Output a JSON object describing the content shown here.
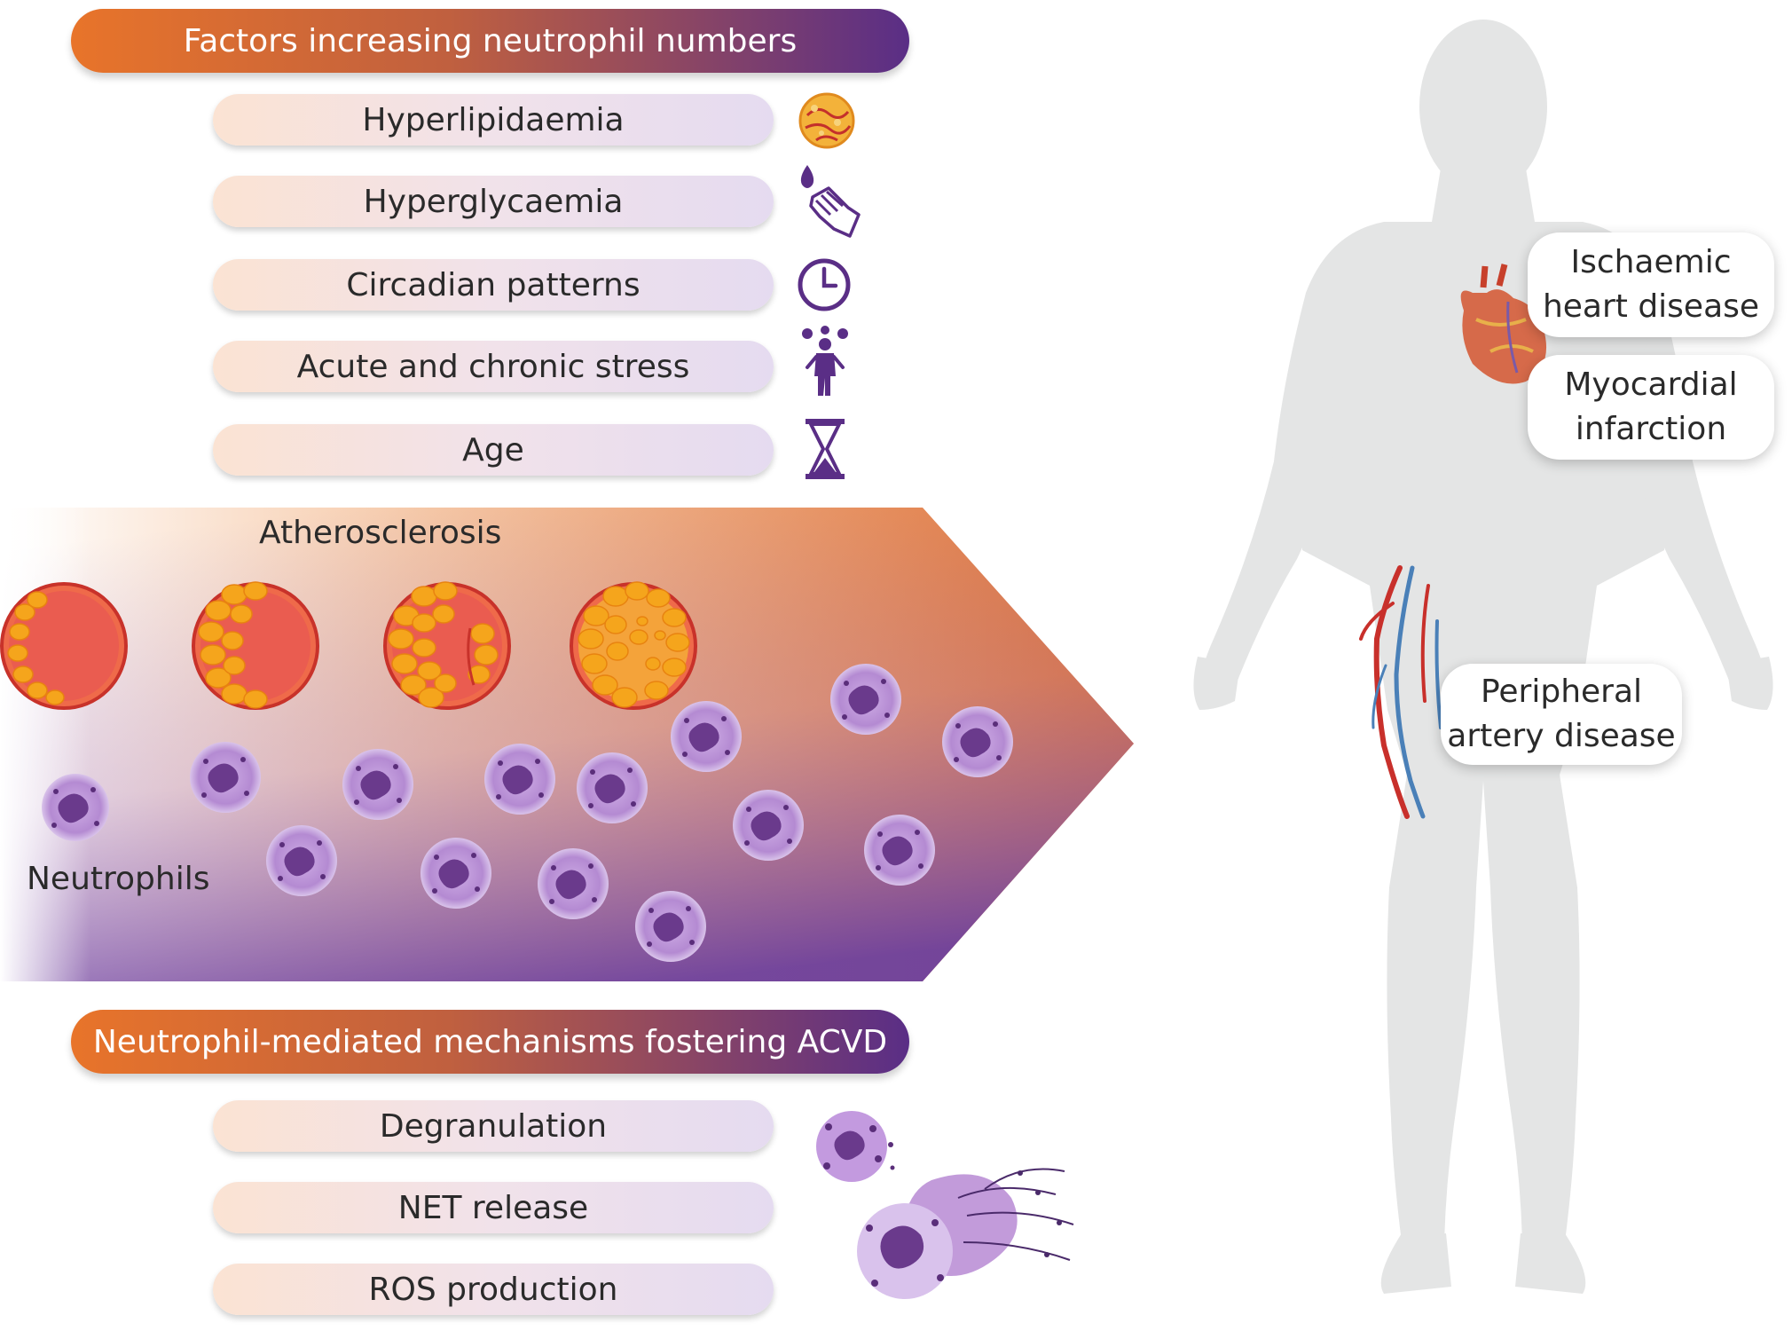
{
  "colors": {
    "orange": "#e8742a",
    "purple": "#5a2e86",
    "neutrophil": "#b58ad3",
    "plaque": "#f2a51e",
    "vessel_wall": "#ef6a4a",
    "body": "#e4e5e5"
  },
  "top_banner": {
    "title": "Factors increasing neutrophil numbers"
  },
  "factors": [
    {
      "label": "Hyperlipidaemia",
      "icon": "lipid-particle-icon"
    },
    {
      "label": "Hyperglycaemia",
      "icon": "glucose-test-hand-icon"
    },
    {
      "label": "Circadian patterns",
      "icon": "clock-icon"
    },
    {
      "label": "Acute and chronic stress",
      "icon": "stressed-person-icon"
    },
    {
      "label": "Age",
      "icon": "hourglass-icon"
    }
  ],
  "atherosclerosis": {
    "title": "Atherosclerosis",
    "stages": 4,
    "neutrophils_label": "Neutrophils"
  },
  "bottom_banner": {
    "title": "Neutrophil-mediated mechanisms fostering ACVD"
  },
  "mechanisms": [
    {
      "label": "Degranulation"
    },
    {
      "label": "NET release"
    },
    {
      "label": "ROS production"
    }
  ],
  "body_figure": {
    "callouts": {
      "ischaemic": {
        "line1": "Ischaemic",
        "line2": "heart disease"
      },
      "myocardial": {
        "line1": "Myocardial",
        "line2": "infarction"
      },
      "peripheral": {
        "line1": "Peripheral",
        "line2": "artery disease"
      }
    }
  }
}
